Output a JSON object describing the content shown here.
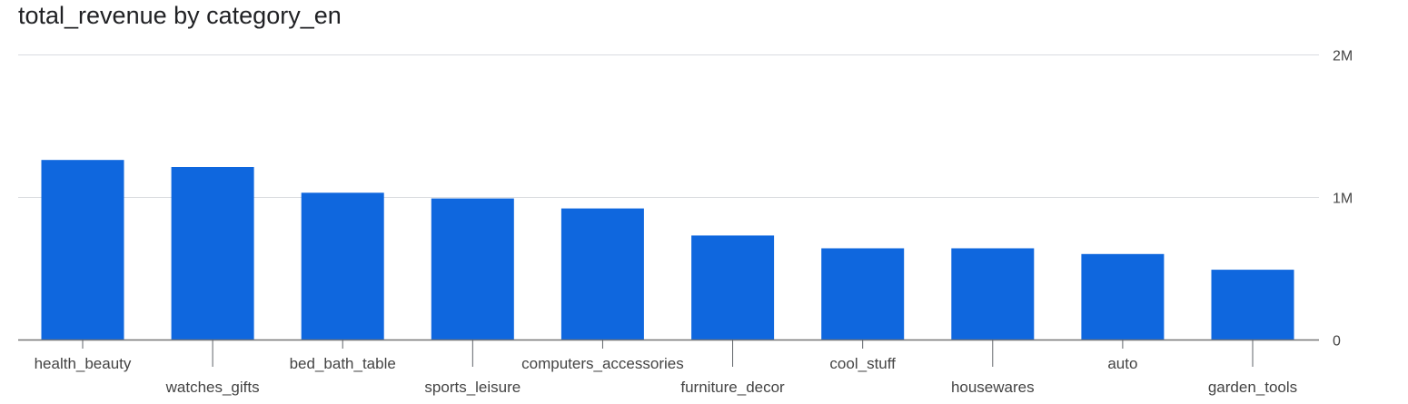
{
  "chart_data": {
    "type": "bar",
    "title": "total_revenue by category_en",
    "xlabel": "",
    "ylabel": "",
    "categories": [
      "health_beauty",
      "watches_gifts",
      "bed_bath_table",
      "sports_leisure",
      "computers_accessories",
      "furniture_decor",
      "cool_stuff",
      "housewares",
      "auto",
      "garden_tools"
    ],
    "values": [
      1260000,
      1210000,
      1030000,
      990000,
      920000,
      730000,
      640000,
      640000,
      600000,
      490000
    ],
    "ylim": [
      0,
      2000000
    ],
    "y_ticks": [
      {
        "value": 0,
        "label": "0"
      },
      {
        "value": 1000000,
        "label": "1M"
      },
      {
        "value": 2000000,
        "label": "2M"
      }
    ],
    "grid": true,
    "axis_side": "right",
    "legend": "none",
    "colors": {
      "bar": "#0f67de",
      "grid": "#dadce0",
      "axis": "#5f6368",
      "text": "#444444",
      "title": "#202124"
    }
  }
}
